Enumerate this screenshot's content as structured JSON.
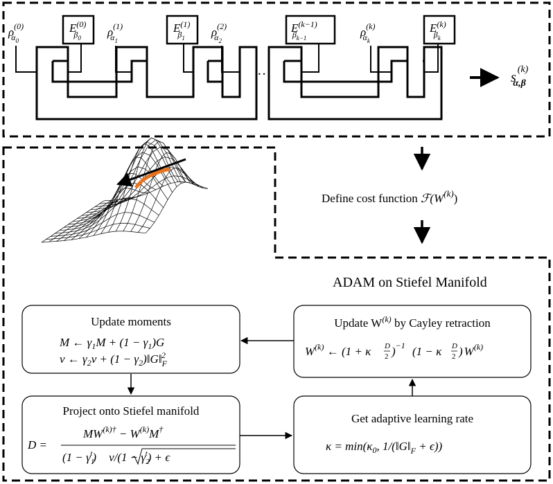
{
  "top_section": {
    "rho_labels": [
      {
        "base": "ρ",
        "sub": "α",
        "subsub": "0",
        "sup": "(0)"
      },
      {
        "base": "ρ",
        "sub": "α",
        "subsub": "1",
        "sup": "(1)"
      },
      {
        "base": "ρ",
        "sub": "α",
        "subsub": "2",
        "sup": "(2)"
      },
      {
        "base": "ρ",
        "sub": "α",
        "subsub": "k",
        "sup": "(k)"
      }
    ],
    "e_boxes": [
      {
        "base": "E",
        "sub": "β",
        "subsub": "0",
        "sup": "(0)"
      },
      {
        "base": "E",
        "sub": "β",
        "subsub": "1",
        "sup": "(1)"
      },
      {
        "base": "E",
        "sub": "β",
        "subsub": "k−1",
        "sup": "(k−1)"
      },
      {
        "base": "E",
        "sub": "β",
        "subsub": "k",
        "sup": "(k)"
      }
    ],
    "ellipsis": "…",
    "output": {
      "base": "s",
      "sub": "α,β",
      "sup": "(k)"
    }
  },
  "define_cost": {
    "text": "Define cost function ",
    "func": "ℱ(W",
    "sup": "(k)",
    "close": ")"
  },
  "adam_title": "ADAM on Stiefel Manifold",
  "boxes": {
    "update_moments": {
      "title": "Update moments",
      "line1_a": "M ← γ",
      "line1_sub1": "1",
      "line1_b": "M + (1 − γ",
      "line1_sub2": "1",
      "line1_c": ")G",
      "line2_a": "v ← γ",
      "line2_sub1": "2",
      "line2_b": "v + (1 − γ",
      "line2_sub2": "2",
      "line2_c": ")‖G‖",
      "line2_sub3": "F",
      "line2_sup3": "2"
    },
    "cayley": {
      "title_a": "Update W",
      "title_sup": "(k)",
      "title_b": " by Cayley retraction",
      "lhs": "W",
      "lhs_sup": "(k)",
      "arrow": " ← ",
      "open1": "(1 + κ",
      "frac_num": "D",
      "frac_den": "2",
      "close1": ")",
      "inv": "−1",
      "open2": "(1 − κ",
      "close2": ")",
      "tail": "W",
      "tail_sup": "(k)"
    },
    "project": {
      "title": "Project onto Stiefel manifold",
      "lhs": "D =",
      "num_a": "MW",
      "num_sup1": "(k)†",
      "num_b": " − W",
      "num_sup2": "(k)",
      "num_c": "M",
      "num_sup3": "†",
      "den_a": "(1 − γ",
      "den_sub1": "1",
      "den_sup1": "t",
      "den_b": ")",
      "den_c": "v/(1 − γ",
      "den_sub2": "2",
      "den_sup2": "t",
      "den_d": ") + ϵ"
    },
    "adaptive": {
      "title": "Get adaptive learning rate",
      "eq_a": "κ = min(κ",
      "eq_sub1": "0",
      "eq_b": ", 1/(‖G‖",
      "eq_sub2": "F",
      "eq_c": " + ϵ))"
    }
  },
  "colors": {
    "line": "#000000",
    "highlight": "#e8731d",
    "background": "#ffffff"
  },
  "icons": [
    "manifold-surface",
    "tangent-arrow",
    "flow-arrow"
  ]
}
